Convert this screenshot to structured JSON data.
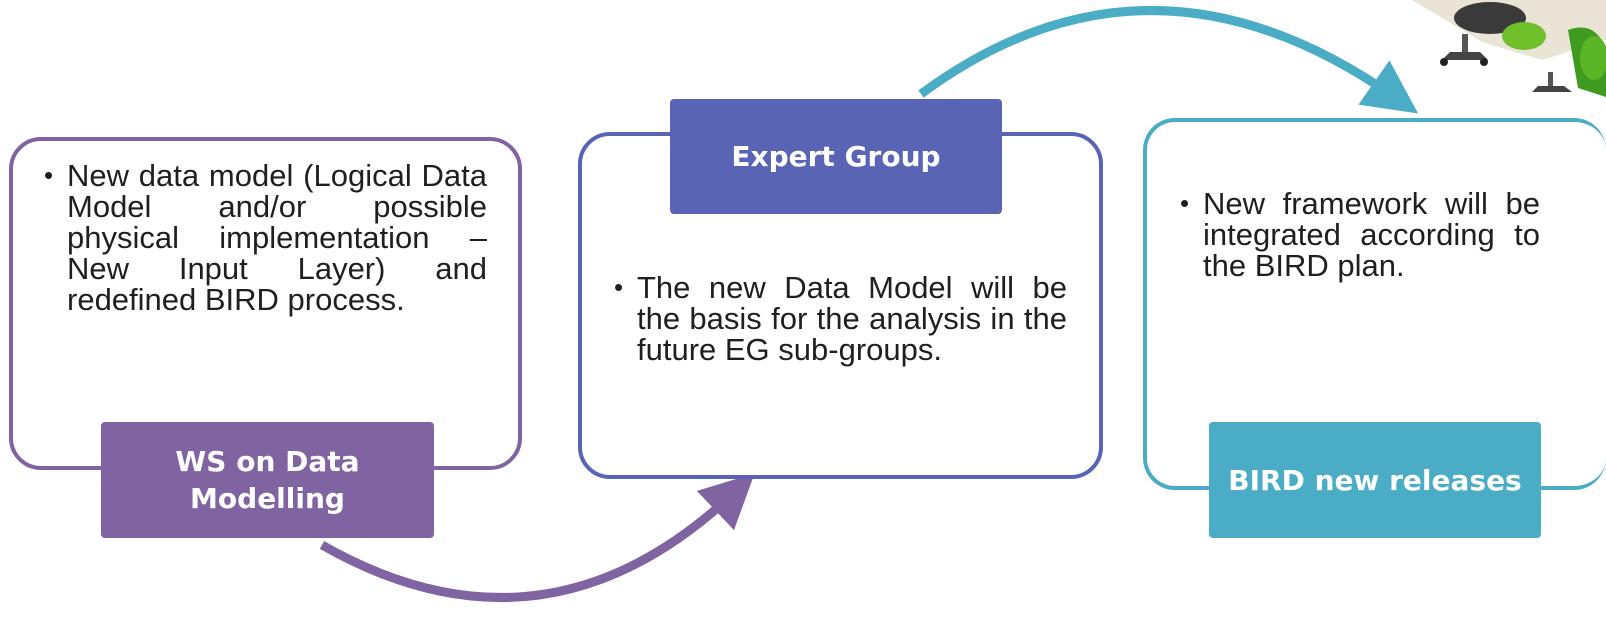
{
  "steps": [
    {
      "label": "WS on Data Modelling",
      "description": "New data model (Logical Data Model and/or possible physical implementation – New Input Layer) and redefined BIRD process.",
      "color": "#8064a2"
    },
    {
      "label": "Expert Group",
      "description": "The new Data Model will be the basis for the analysis in the future EG sub-groups.",
      "color": "#5a64b4"
    },
    {
      "label": "BIRD new releases",
      "description": "New framework will be integrated according to the BIRD plan.",
      "color": "#4bacc6"
    }
  ],
  "connectors": [
    {
      "from": "WS on Data Modelling",
      "to": "Expert Group",
      "color": "#8064a2"
    },
    {
      "from": "Expert Group",
      "to": "BIRD new releases",
      "color": "#4bacc6"
    }
  ],
  "decoration": {
    "photo_icon": "office-chairs-photo"
  }
}
